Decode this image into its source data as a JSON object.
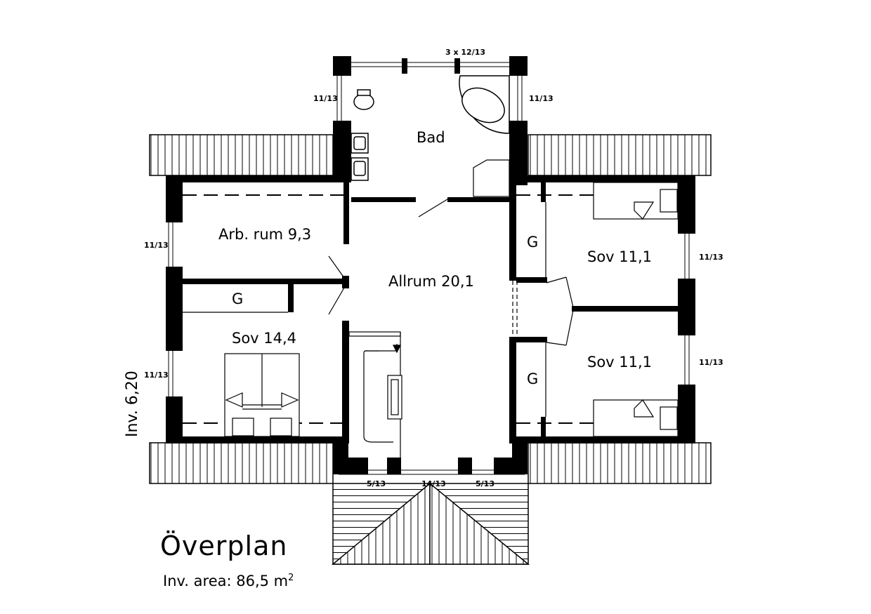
{
  "plan": {
    "title": "Överplan",
    "area_label": "Inv. area: 86,5 m",
    "area_superscript": "2",
    "width_dimension": "Inv. 6,20"
  },
  "rooms": {
    "bad": "Bad",
    "arb_rum": "Arb. rum 9,3",
    "allrum": "Allrum 20,1",
    "sov_left": "Sov 14,4",
    "sov_right_top": "Sov 11,1",
    "sov_right_bottom": "Sov 11,1",
    "closet_left": "G",
    "closet_right_top": "G",
    "closet_right_bottom": "G"
  },
  "windows": {
    "top": "3 x 12/13",
    "bad_left": "11/13",
    "bad_right": "11/13",
    "left_upper": "11/13",
    "left_lower": "11/13",
    "right_upper": "11/13",
    "right_lower": "11/13",
    "front_left": "5/13",
    "front_center": "14/13",
    "front_right": "5/13"
  }
}
